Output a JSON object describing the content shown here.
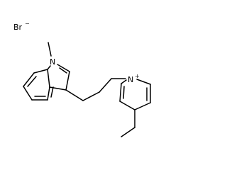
{
  "molecule": {
    "counterion": {
      "element": "Br",
      "charge": "−"
    },
    "indole_nitrogen": {
      "element": "N"
    },
    "pyridinium_nitrogen": {
      "element": "N",
      "charge": "+"
    }
  },
  "colors": {
    "bond": "#000000",
    "background": "#ffffff"
  }
}
